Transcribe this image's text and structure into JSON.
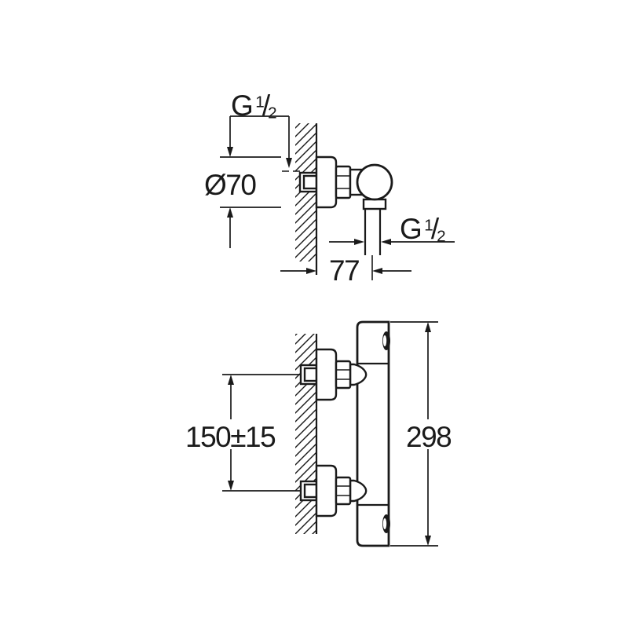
{
  "colors": {
    "line": "#1a1a1a",
    "background": "#ffffff"
  },
  "labels": {
    "inlet_thread": {
      "prefix": "G",
      "numerator": "1",
      "slash": "/",
      "denominator": "2"
    },
    "rosette_diameter": "Ø70",
    "outlet_thread": {
      "prefix": "G",
      "numerator": "1",
      "slash": "/",
      "denominator": "2"
    },
    "wall_to_outlet": "77",
    "inlet_spacing": "150±15",
    "body_height": "298"
  }
}
